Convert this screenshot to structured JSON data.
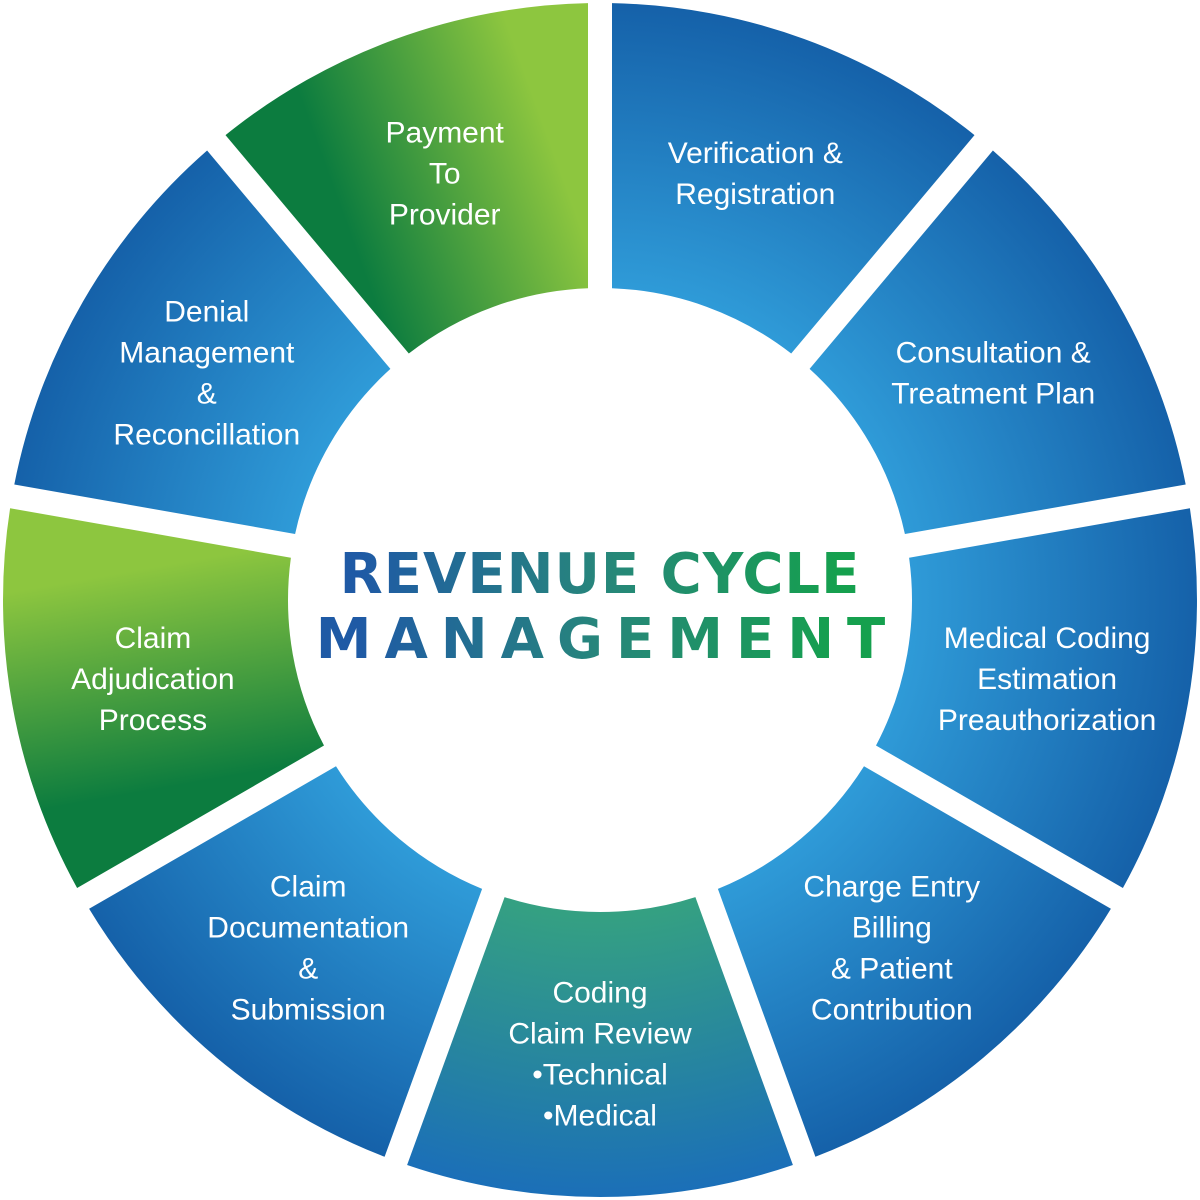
{
  "title": {
    "line1": "REVENUE CYCLE",
    "line2": "MANAGEMENT",
    "gradient": [
      "#1f5aa5",
      "#27867b",
      "#15a04e"
    ]
  },
  "wheel": {
    "label_color": "#ffffff",
    "background": "#ffffff",
    "palettes": {
      "blue": {
        "inner": "#2f9bd8",
        "outer": "#1561a9"
      },
      "teal": {
        "inner": "#35a181",
        "outer": "#1b6fb8"
      },
      "green": {
        "light": "#8dc63f",
        "dark": "#0c7c3f"
      }
    },
    "segments": [
      {
        "id": "verification-registration",
        "palette": "blue",
        "lines": [
          "Verification &",
          "Registration"
        ]
      },
      {
        "id": "consultation-treatment-plan",
        "palette": "blue",
        "lines": [
          "Consultation &",
          "Treatment Plan"
        ]
      },
      {
        "id": "medical-coding-estimation",
        "palette": "blue",
        "lines": [
          "Medical Coding",
          "Estimation",
          "Preauthorization"
        ]
      },
      {
        "id": "charge-entry-billing",
        "palette": "blue",
        "lines": [
          "Charge Entry",
          "Billing",
          "& Patient",
          "Contribution"
        ]
      },
      {
        "id": "coding-claim-review",
        "palette": "teal",
        "lines": [
          "Coding",
          "Claim Review",
          "•Technical",
          "•Medical"
        ]
      },
      {
        "id": "claim-documentation-submission",
        "palette": "blue",
        "lines": [
          "Claim",
          "Documentation",
          "&",
          "Submission"
        ]
      },
      {
        "id": "claim-adjudication-process",
        "palette": "green",
        "lines": [
          "Claim",
          "Adjudication",
          "Process"
        ]
      },
      {
        "id": "denial-management-reconcillation",
        "palette": "blue",
        "lines": [
          "Denial",
          "Management",
          "&",
          "Reconcillation"
        ]
      },
      {
        "id": "payment-to-provider",
        "palette": "green",
        "lines": [
          "Payment",
          "To",
          "Provider"
        ]
      }
    ]
  }
}
